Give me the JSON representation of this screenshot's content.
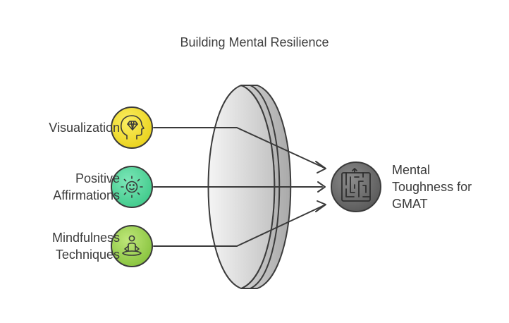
{
  "title": "Building Mental Resilience",
  "inputs": [
    {
      "label_lines": [
        "Visualization"
      ],
      "icon": "diamond-head-icon",
      "color": "#f2df2c"
    },
    {
      "label_lines": [
        "Positive",
        "Affirmations"
      ],
      "icon": "sun-smile-icon",
      "color": "#4fd59a"
    },
    {
      "label_lines": [
        "Mindfulness",
        "Techniques"
      ],
      "icon": "meditation-icon",
      "color": "#9ad44f"
    }
  ],
  "output": {
    "label_lines": [
      "Mental",
      "Toughness for",
      "GMAT"
    ],
    "icon": "maze-icon",
    "color": "#6b6b6b"
  }
}
